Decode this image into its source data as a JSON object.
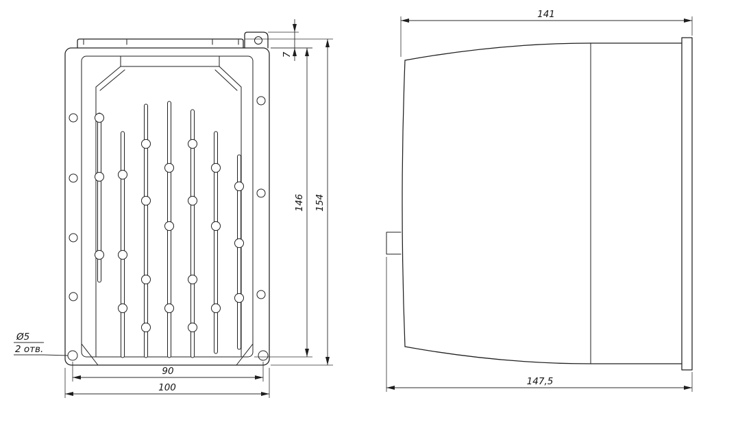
{
  "drawing": {
    "front_view": {
      "dim_hole_spacing": "90",
      "dim_overall_width": "100",
      "dim_inner_height": "146",
      "dim_overall_height": "154",
      "dim_tab_height": "7",
      "hole_note_line1": "Ø5",
      "hole_note_line2": "2 отв."
    },
    "side_view": {
      "dim_body_depth": "141",
      "dim_overall_depth": "147,5"
    },
    "colors": {
      "line": "#1e1e1e",
      "background": "#ffffff"
    }
  }
}
